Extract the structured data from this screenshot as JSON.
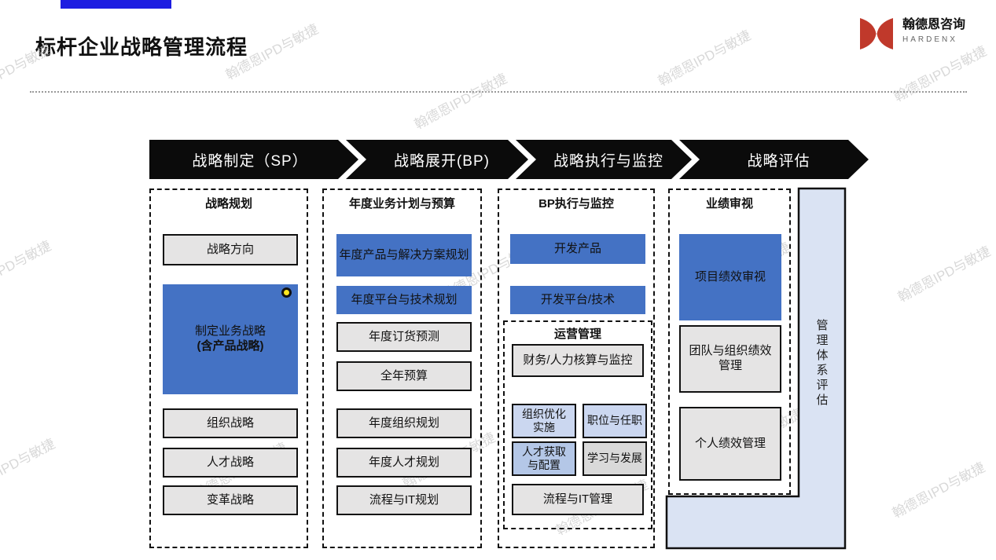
{
  "slide": {
    "title": "标杆企业战略管理流程"
  },
  "logo": {
    "name": "翰德恩咨询",
    "brand": "HARDENX"
  },
  "watermark": {
    "text": "翰德恩IPD与敏捷"
  },
  "arrows": [
    {
      "label": "战略制定（SP）"
    },
    {
      "label": "战略展开(BP)"
    },
    {
      "label": "战略执行与监控"
    },
    {
      "label": "战略评估"
    }
  ],
  "col1": {
    "header": "战略规划",
    "box_direction": "战略方向",
    "box_main_line1": "制定业务战略",
    "box_main_line2": "(含产品战略)",
    "box_org": "组织战略",
    "box_talent": "人才战略",
    "box_change": "变革战略"
  },
  "col2": {
    "header": "年度业务计划与预算",
    "box_product": "年度产品与解决方案规划",
    "box_platform": "年度平台与技术规划",
    "box_order": "年度订货预测",
    "box_budget": "全年预算",
    "box_org": "年度组织规划",
    "box_talent": "年度人才规划",
    "box_it": "流程与IT规划"
  },
  "col3": {
    "header": "BP执行与监控",
    "box_dev_product": "开发产品",
    "box_dev_platform": "开发平台/技术",
    "ops": {
      "header": "运营管理",
      "box_finance": "财务/人力核算与监控",
      "box_org_line1": "组织优化",
      "box_org_line2": "实施",
      "box_position": "职位与任职",
      "box_talent_line1": "人才获取",
      "box_talent_line2": "与配置",
      "box_learning": "学习与发展",
      "box_it": "流程与IT管理"
    }
  },
  "col4": {
    "header": "业绩审视",
    "box_project": "项目绩效审视",
    "box_team": "团队与组织绩效管理",
    "box_personal": "个人绩效管理"
  },
  "sidebar": {
    "label": "管理体系评估"
  },
  "colors": {
    "accent_blue": "#4472C4",
    "light_blue": "#CBD7F0",
    "mid_blue": "#B4C7E7",
    "panel_blue": "#DAE3F3",
    "box_gray": "#E5E4E4",
    "top_bar_blue": "#1D1DE1",
    "logo_red": "#C0392B",
    "arrow_black": "#0B0B0B"
  }
}
